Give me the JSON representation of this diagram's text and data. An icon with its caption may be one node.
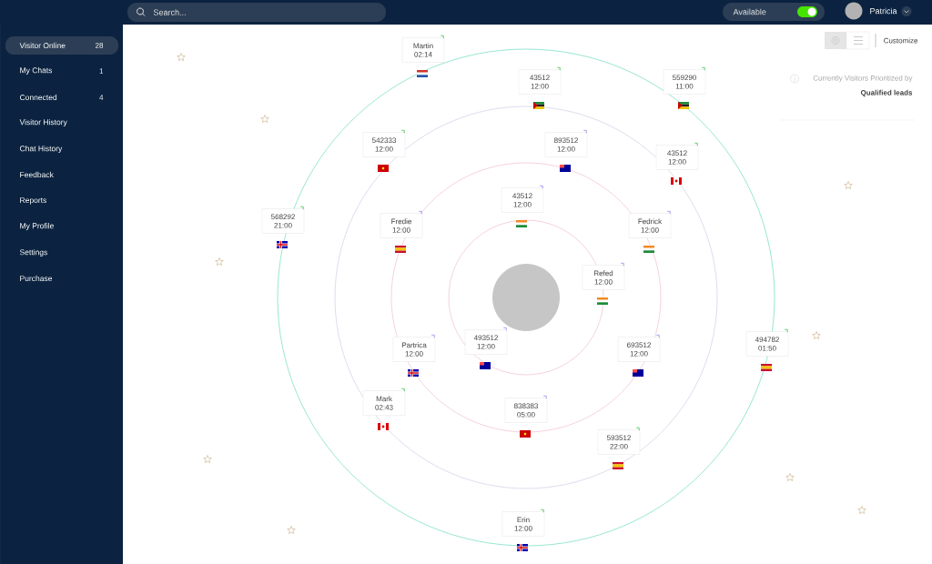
{
  "diagram": {
    "nodes": [
      {
        "text": [
          "Martin",
          "02:14"
        ]
      },
      {
        "text": [
          "43512",
          "12:00"
        ]
      },
      {
        "text": [
          "559290",
          "11:00"
        ]
      },
      {
        "text": [
          "542333",
          "12:00"
        ]
      },
      {
        "text": [
          "893512",
          "12:00"
        ]
      },
      {
        "text": [
          "43512",
          "12:00"
        ]
      },
      {
        "text": [
          "568292",
          "21:00"
        ]
      },
      {
        "text": [
          "Fredie",
          "12:00"
        ]
      },
      {
        "text": [
          "43512",
          "12:00"
        ]
      },
      {
        "text": [
          "Fedrick",
          "12:00"
        ]
      },
      {
        "text": [
          "Refed",
          "12:00"
        ]
      },
      {
        "text": [
          "Partrica",
          "12:00"
        ]
      },
      {
        "text": [
          "493512",
          "12:00"
        ]
      },
      {
        "text": [
          "693512",
          "12:00"
        ]
      },
      {
        "text": [
          "494782",
          "01:50"
        ]
      },
      {
        "text": [
          "Mark",
          "02:43"
        ]
      },
      {
        "text": [
          "838383",
          "05:00"
        ]
      },
      {
        "text": [
          "593512",
          "22:00"
        ]
      },
      {
        "text": [
          "Erin",
          "12:00"
        ]
      }
    ],
    "labels": [
      "Search...",
      "Available",
      "Patricia",
      "Visitor Online",
      "28",
      "My Chats",
      "1",
      "Connected",
      "4",
      "Visitor History",
      "Chat History",
      "Feedback",
      "Reports",
      "My Profile",
      "Settings",
      "Purchase",
      "Customize",
      "Currently Visitors Prioritized by",
      "Qualified leads"
    ]
  }
}
